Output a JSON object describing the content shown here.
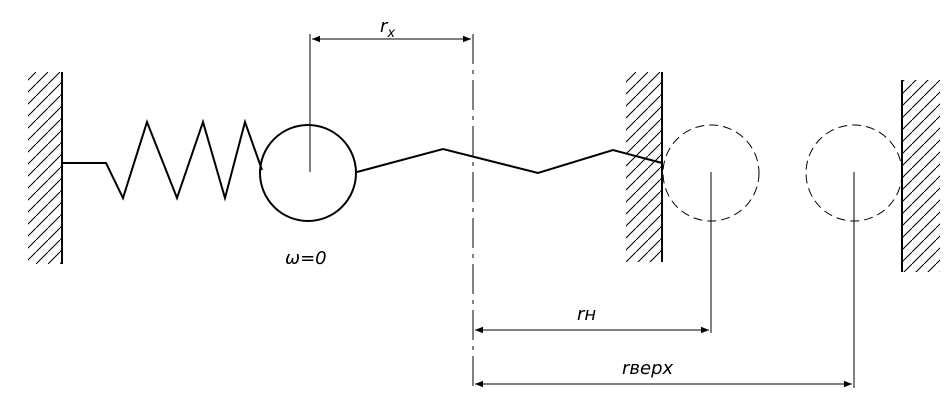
{
  "labels": {
    "rx": "r",
    "rx_sub": "x",
    "omega": "ω=0",
    "rn": "rн",
    "rverkh": "rверх"
  },
  "colors": {
    "line": "#000000",
    "background": "#ffffff"
  }
}
